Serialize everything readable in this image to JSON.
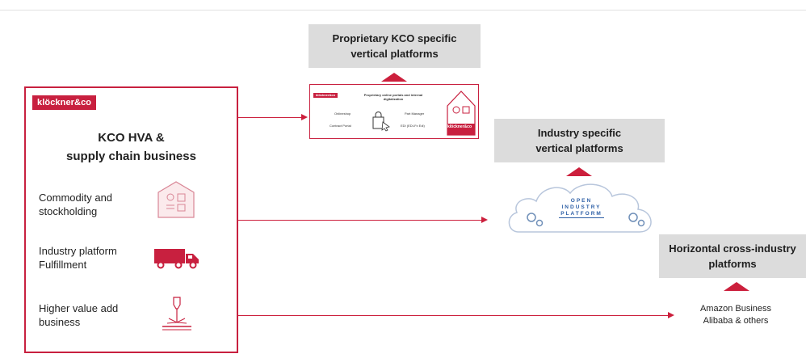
{
  "top_left": {
    "title_line1": "Proprietary KCO specific",
    "title_line2": "vertical platforms"
  },
  "shop_panel": {
    "logo": "klöckner&co",
    "heading_line1": "Proprietary online portals and internal",
    "heading_line2": "digitalization",
    "online_shop": "Onlineshop",
    "contract_portal": "Contract Portal",
    "part_manager": "Part Manager",
    "edi": "EDI (EDI-Fx Edi)",
    "badge_logo": "klöckner&co"
  },
  "middle": {
    "title_line1": "Industry specific",
    "title_line2": "vertical platforms",
    "cloud_line1": "OPEN",
    "cloud_line2": "INDUSTRY",
    "cloud_line3": "PLATFORM"
  },
  "right": {
    "title_line1": "Horizontal cross-industry",
    "title_line2": "platforms",
    "caption_line1": "Amazon Business",
    "caption_line2": "Alibaba & others"
  },
  "kco_box": {
    "logo": "klöckner&co",
    "title_line1": "KCO HVA &",
    "title_line2": "supply chain business",
    "items": [
      {
        "line1": "Commodity and",
        "line2": "stockholding",
        "icon": "warehouse-icon"
      },
      {
        "line1": "Industry platform",
        "line2": "Fulfillment",
        "icon": "truck-icon"
      },
      {
        "line1": "Higher value add",
        "line2": "business",
        "icon": "laser-cutting-icon"
      }
    ]
  },
  "colors": {
    "accent": "#c8203f",
    "gray_box": "#dcdcdc",
    "cloud_text": "#2d5fa6"
  }
}
